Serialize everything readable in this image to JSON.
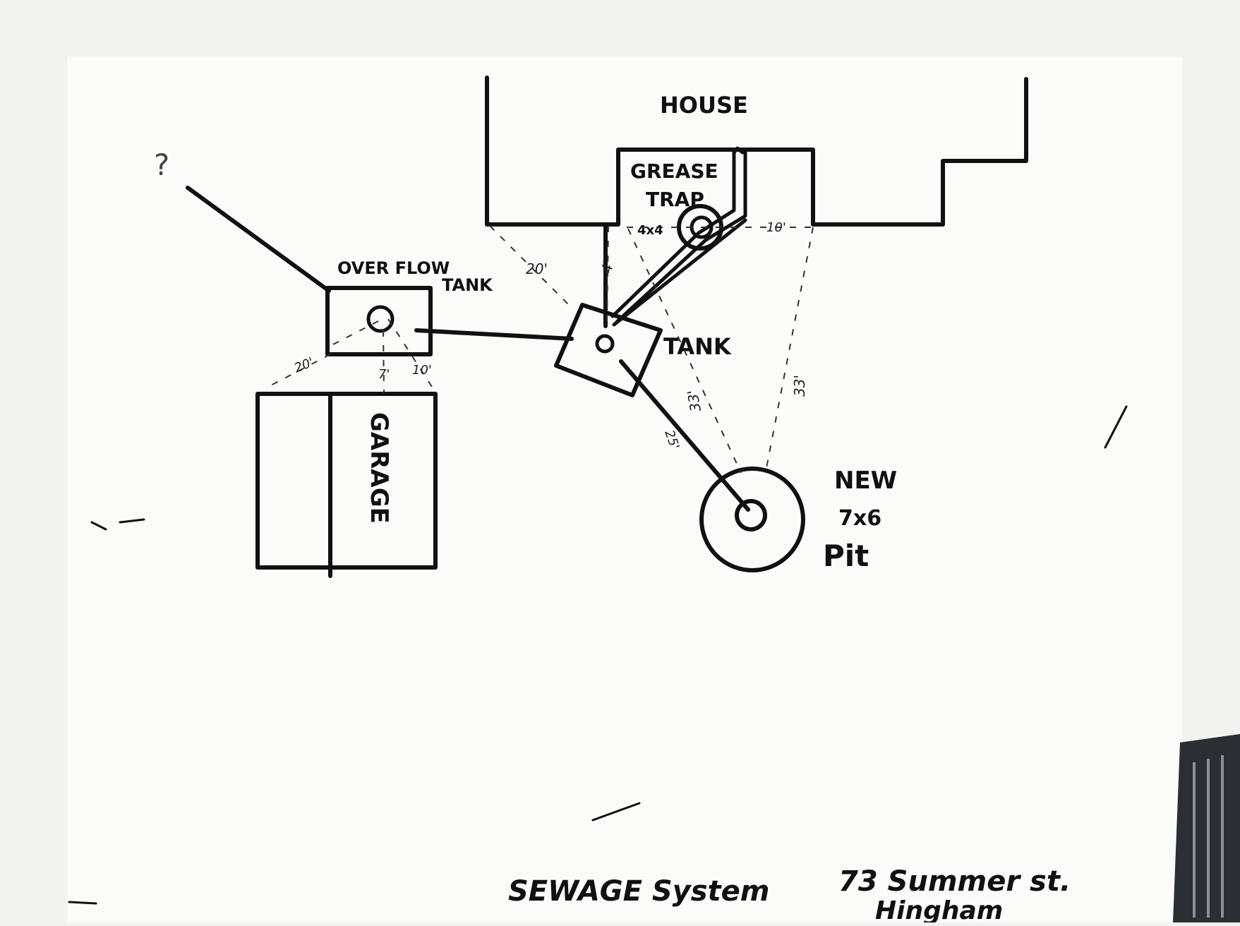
{
  "labels": {
    "house": "HOUSE",
    "grease_trap_line1": "GREASE",
    "grease_trap_line2": "TRAP",
    "grease_trap_size": "4x4",
    "overflow_tank_line1": "OVER FLOW",
    "overflow_tank_line2": "TANK",
    "tank": "TANK",
    "garage": "GARAGE",
    "new_pit_line1": "NEW",
    "new_pit_line2": "7x6",
    "new_pit_line3": "Pit",
    "unknown_pipe": "?"
  },
  "dimensions": {
    "house_to_overflow": "20'",
    "house_to_tank": "4'",
    "grease_to_corner": "10'",
    "tank_to_pit_a": "33'",
    "tank_to_pit_b": "33'",
    "tank_to_pit_pipe": "25'",
    "overflow_to_garage_a": "20'",
    "overflow_to_garage_b": "7'",
    "overflow_to_garage_c": "10'"
  },
  "caption": {
    "title": "SEWAGE System",
    "address_line1": "73 Summer st.",
    "address_line2": "Hingham"
  }
}
